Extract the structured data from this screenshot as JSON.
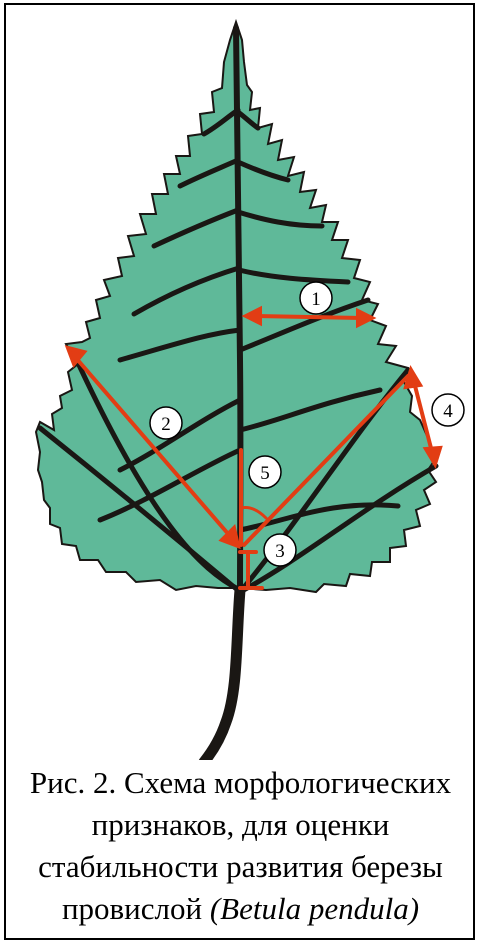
{
  "diagram": {
    "colors": {
      "leaf_fill": "#5fb999",
      "vein": "#1a1714",
      "measure": "#e23d14",
      "marker_fill": "#ffffff",
      "marker_stroke": "#000000"
    },
    "markers": [
      "1",
      "2",
      "3",
      "4",
      "5"
    ]
  },
  "caption": {
    "main": "Рис. 2. Схема морфологических признаков, для оценки стабильности развития березы провислой ",
    "latin": "(Betula pendula)"
  }
}
